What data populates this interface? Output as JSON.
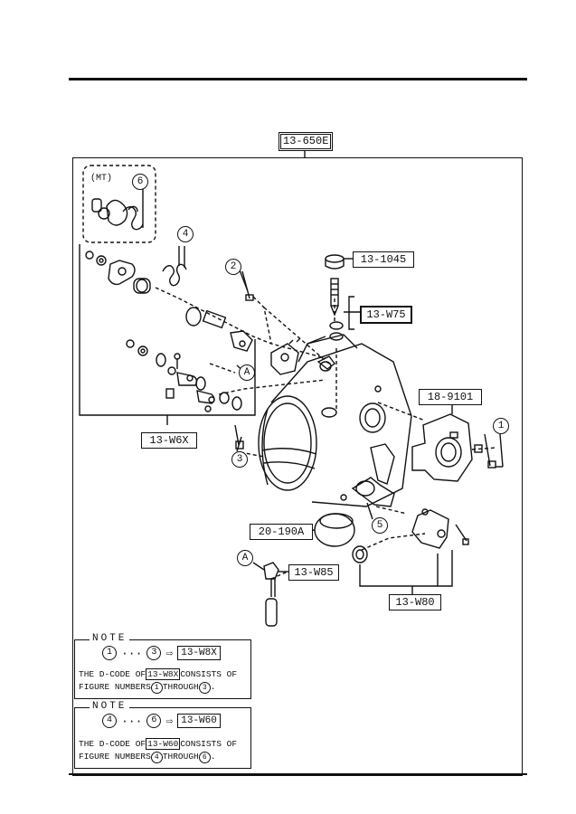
{
  "main_code": "13-650E",
  "part_labels": {
    "mt": "(MT)",
    "p13_1045": "13-1045",
    "p13_w75": "13-W75",
    "p18_9101": "18-9101",
    "p13_w6x": "13-W6X",
    "p20_190a": "20-190A",
    "p13_w85": "13-W85",
    "p13_w80": "13-W80"
  },
  "callouts": {
    "c1": "1",
    "c2": "2",
    "c3": "3",
    "c4": "4",
    "c5": "5",
    "c6": "6",
    "cA1": "A",
    "cA2": "A"
  },
  "notes": [
    {
      "title": "NOTE",
      "from": "1",
      "to": "3",
      "ellipsis": "···",
      "arrow": "⇨",
      "code": "13-W8X",
      "text_prefix": "THE D-CODE OF",
      "text_suffix": "CONSISTS OF",
      "line3_prefix": "FIGURE NUMBERS",
      "line3_mid": "THROUGH",
      "line3_end": "."
    },
    {
      "title": "NOTE",
      "from": "4",
      "to": "6",
      "ellipsis": "···",
      "arrow": "⇨",
      "code": "13-W60",
      "text_prefix": "THE D-CODE OF",
      "text_suffix": "CONSISTS OF",
      "line3_prefix": "FIGURE NUMBERS",
      "line3_mid": "THROUGH",
      "line3_end": "."
    }
  ]
}
